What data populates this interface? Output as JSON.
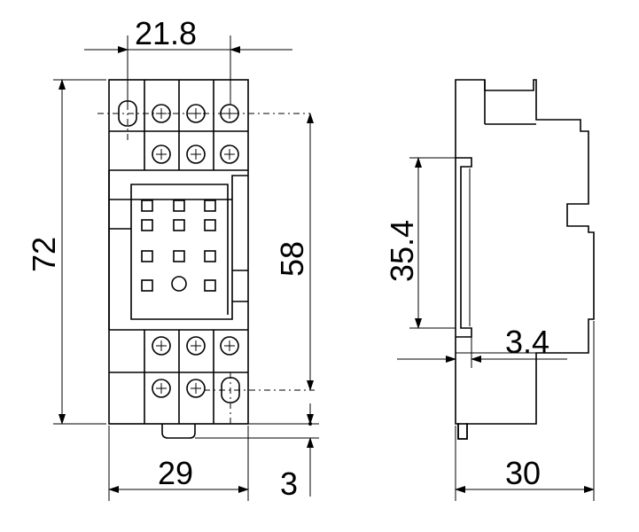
{
  "dimensions": {
    "front_top_width": "21.8",
    "front_height": "72",
    "front_inner_height": "58",
    "front_bottom_width": "29",
    "front_bottom_offset": "3",
    "side_rail_height": "35.4",
    "side_offset": "3.4",
    "side_depth": "30"
  },
  "colors": {
    "line": "#000000",
    "background": "#ffffff"
  }
}
